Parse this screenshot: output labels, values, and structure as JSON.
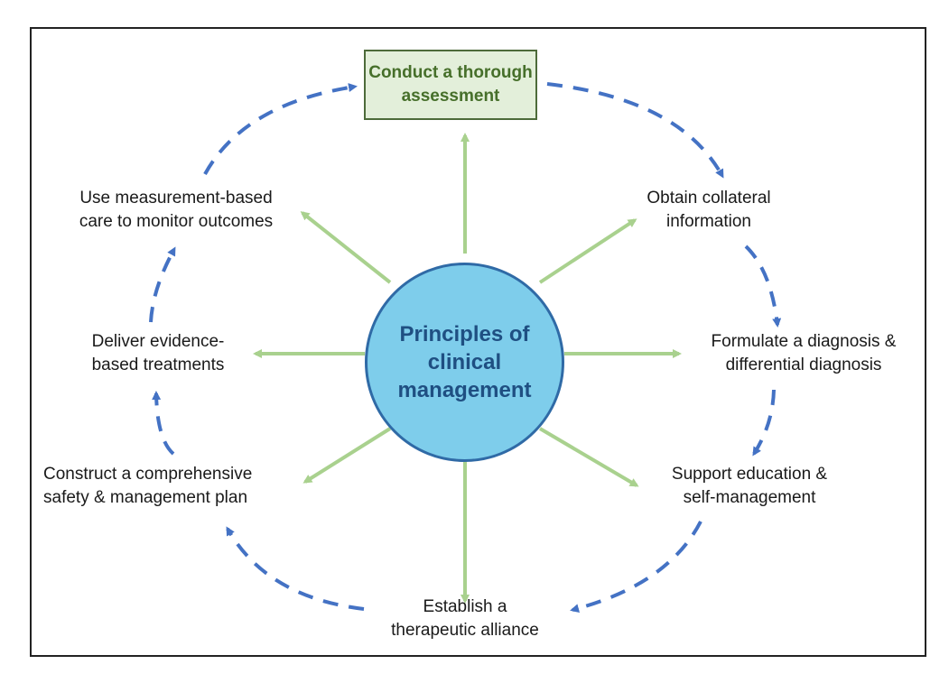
{
  "center": "Principles of\nclinical\nmanagement",
  "nodes": {
    "top": "Conduct a thorough\nassessment",
    "obtain": "Obtain collateral\ninformation",
    "formulate": "Formulate a diagnosis &\ndifferential diagnosis",
    "support": "Support education &\nself-management",
    "establish": "Establish a\ntherapeutic alliance",
    "construct": "Construct a comprehensive\nsafety & management plan",
    "deliver": "Deliver evidence-\nbased treatments",
    "measure": "Use measurement-based\ncare to monitor outcomes"
  },
  "colors": {
    "spoke": "#a9d18e",
    "cycle": "#4472c4",
    "circle_fill": "#7ecdeb",
    "box_fill": "#e3efda"
  }
}
